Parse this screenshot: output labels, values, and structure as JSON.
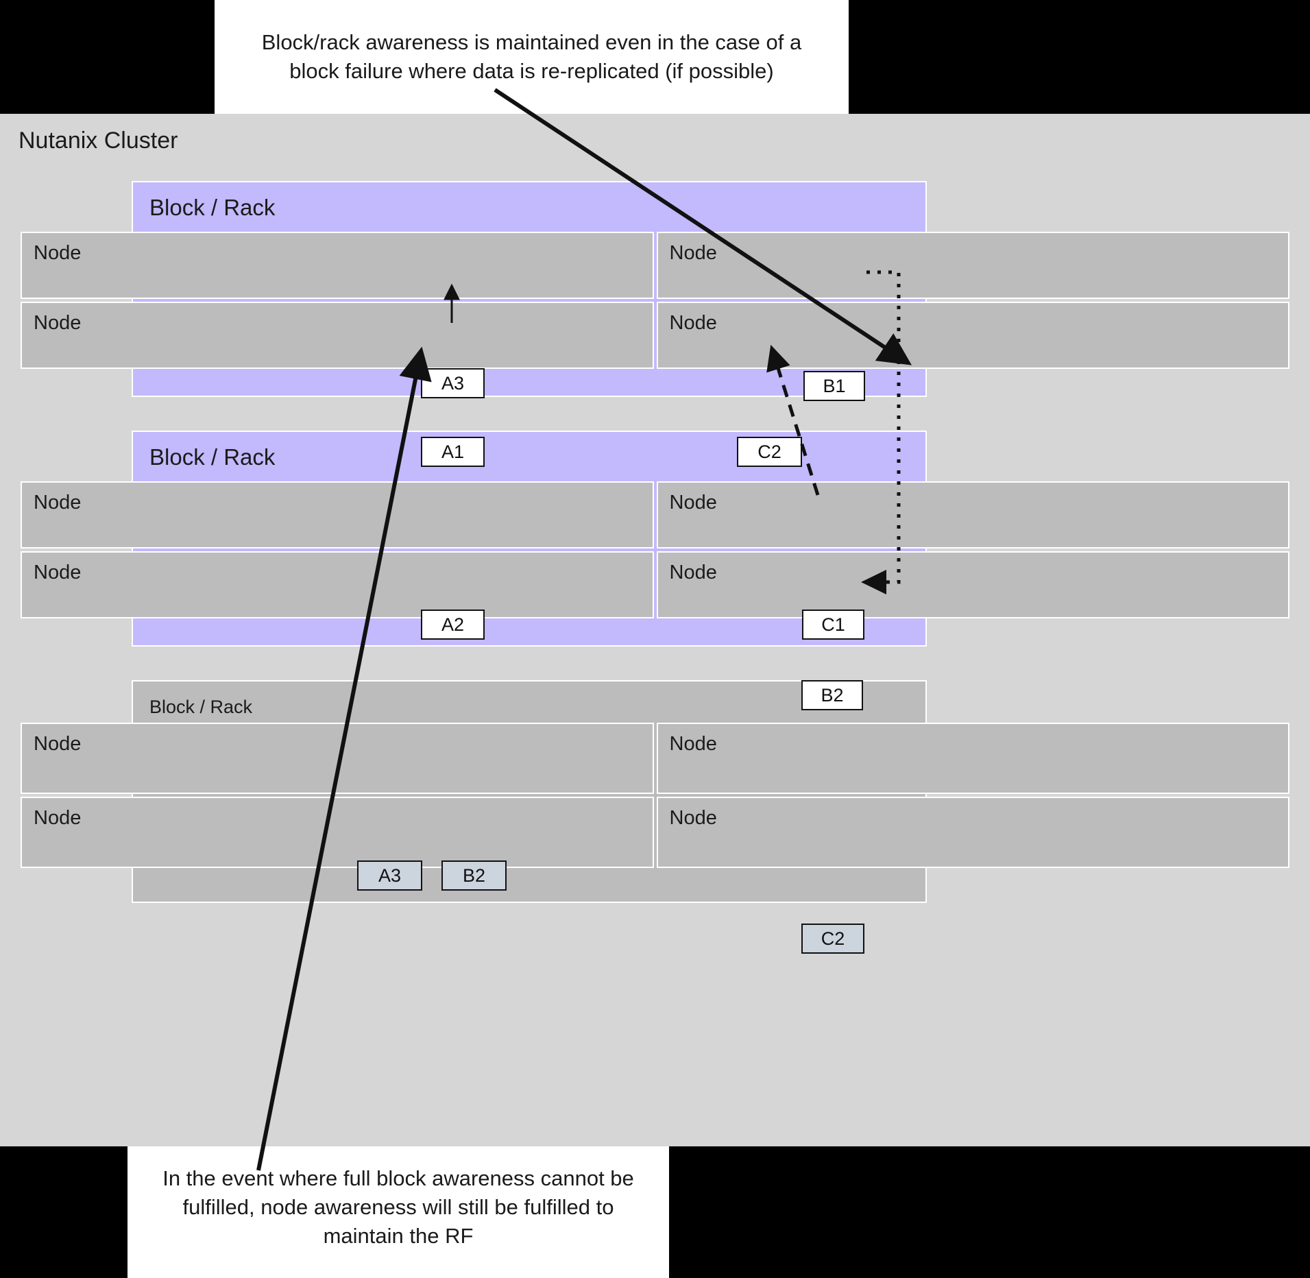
{
  "callouts": {
    "top": "Block/rack awareness is maintained even in the case of a block failure where data is re-replicated (if possible)",
    "bottom": "In the event where full block awareness cannot be fulfilled, node awareness will still be fulfilled to maintain the RF"
  },
  "cluster": {
    "title": "Nutanix Cluster",
    "blocks": [
      {
        "title": "Block / Rack",
        "highlighted": true,
        "nodes": [
          {
            "label": "Node",
            "chips": [
              "A3"
            ]
          },
          {
            "label": "Node",
            "chips": [
              "B1"
            ]
          },
          {
            "label": "Node",
            "chips": [
              "A1"
            ]
          },
          {
            "label": "Node",
            "chips": [
              "C2"
            ]
          }
        ]
      },
      {
        "title": "Block / Rack",
        "highlighted": true,
        "nodes": [
          {
            "label": "Node",
            "chips": [
              "A2"
            ]
          },
          {
            "label": "Node",
            "chips": [
              "C1"
            ]
          },
          {
            "label": "Node",
            "chips": []
          },
          {
            "label": "Node",
            "chips": [
              "B2"
            ]
          }
        ]
      },
      {
        "title": "Block / Rack",
        "highlighted": false,
        "nodes": [
          {
            "label": "Node",
            "chips": [
              "A3",
              "B2"
            ]
          },
          {
            "label": "Node",
            "chips": []
          },
          {
            "label": "Node",
            "chips": []
          },
          {
            "label": "Node",
            "chips": [
              "C2"
            ]
          }
        ]
      }
    ]
  },
  "chips": {
    "block1_a3": "A3",
    "block1_a1": "A1",
    "block1_b1": "B1",
    "block1_c2": "C2",
    "block2_a2": "A2",
    "block2_c1": "C1",
    "block2_b2": "B2",
    "block3_a3": "A3",
    "block3_b2": "B2",
    "block3_c2": "C2"
  },
  "node_labels": {
    "b1n1": "Node",
    "b1n2": "Node",
    "b1n3": "Node",
    "b1n4": "Node",
    "b2n1": "Node",
    "b2n2": "Node",
    "b2n3": "Node",
    "b2n4": "Node",
    "b3n1": "Node",
    "b3n2": "Node",
    "b3n3": "Node",
    "b3n4": "Node"
  },
  "block_titles": {
    "b1": "Block / Rack",
    "b2": "Block / Rack",
    "b3": "Block / Rack"
  },
  "colors": {
    "page_background": "#000000",
    "cluster_background": "#d6d6d6",
    "block_highlight": "#c3b9fd",
    "block_plain": "#bcbcbc",
    "node_background": "#bcbcbc",
    "chip_white": "#ffffff",
    "chip_blue": "#ccd4de",
    "stroke": "#111111",
    "callout_background": "#ffffff"
  }
}
